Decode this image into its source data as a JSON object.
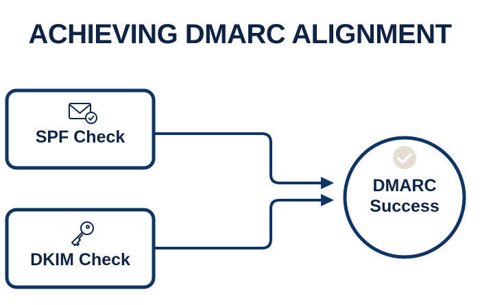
{
  "title": "ACHIEVING DMARC ALIGNMENT",
  "nodes": {
    "spf": {
      "label": "SPF Check",
      "icon": "envelope-check-icon"
    },
    "dkim": {
      "label": "DKIM Check",
      "icon": "key-icon"
    },
    "dmarc": {
      "line1": "DMARC",
      "line2": "Success",
      "icon": "check-circle-icon"
    }
  },
  "edges": [
    {
      "from": "SPF Check",
      "to": "DMARC Success"
    },
    {
      "from": "DKIM Check",
      "to": "DMARC Success"
    }
  ],
  "colors": {
    "primary": "#0f3466",
    "text": "#0f2344",
    "check_bg": "#e4ddd4"
  }
}
